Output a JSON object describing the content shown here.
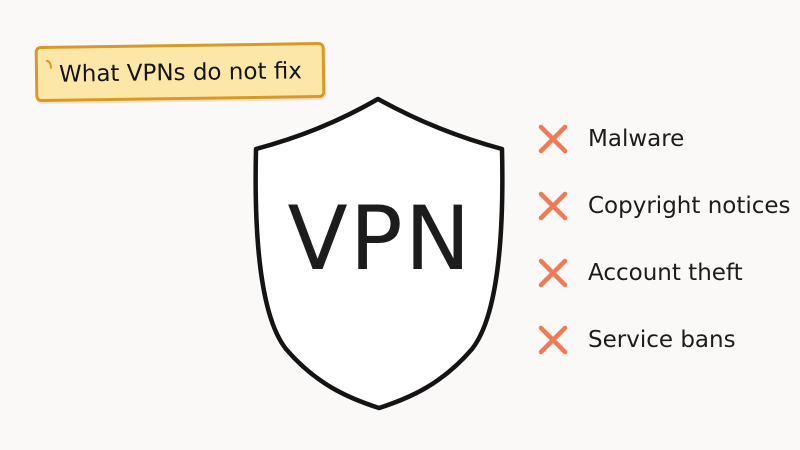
{
  "title": "What VPNs do not fix",
  "shield_label": "VPN",
  "items": [
    {
      "label": "Malware",
      "icon": "x-icon"
    },
    {
      "label": "Copyright notices",
      "icon": "x-icon"
    },
    {
      "label": "Account theft",
      "icon": "x-icon"
    },
    {
      "label": "Service bans",
      "icon": "x-icon"
    }
  ],
  "colors": {
    "background": "#fbf9f8",
    "tag_fill": "#fde7a8",
    "tag_border": "#d69a2a",
    "x_mark": "#f07a55",
    "ink": "#1c1c1c"
  }
}
